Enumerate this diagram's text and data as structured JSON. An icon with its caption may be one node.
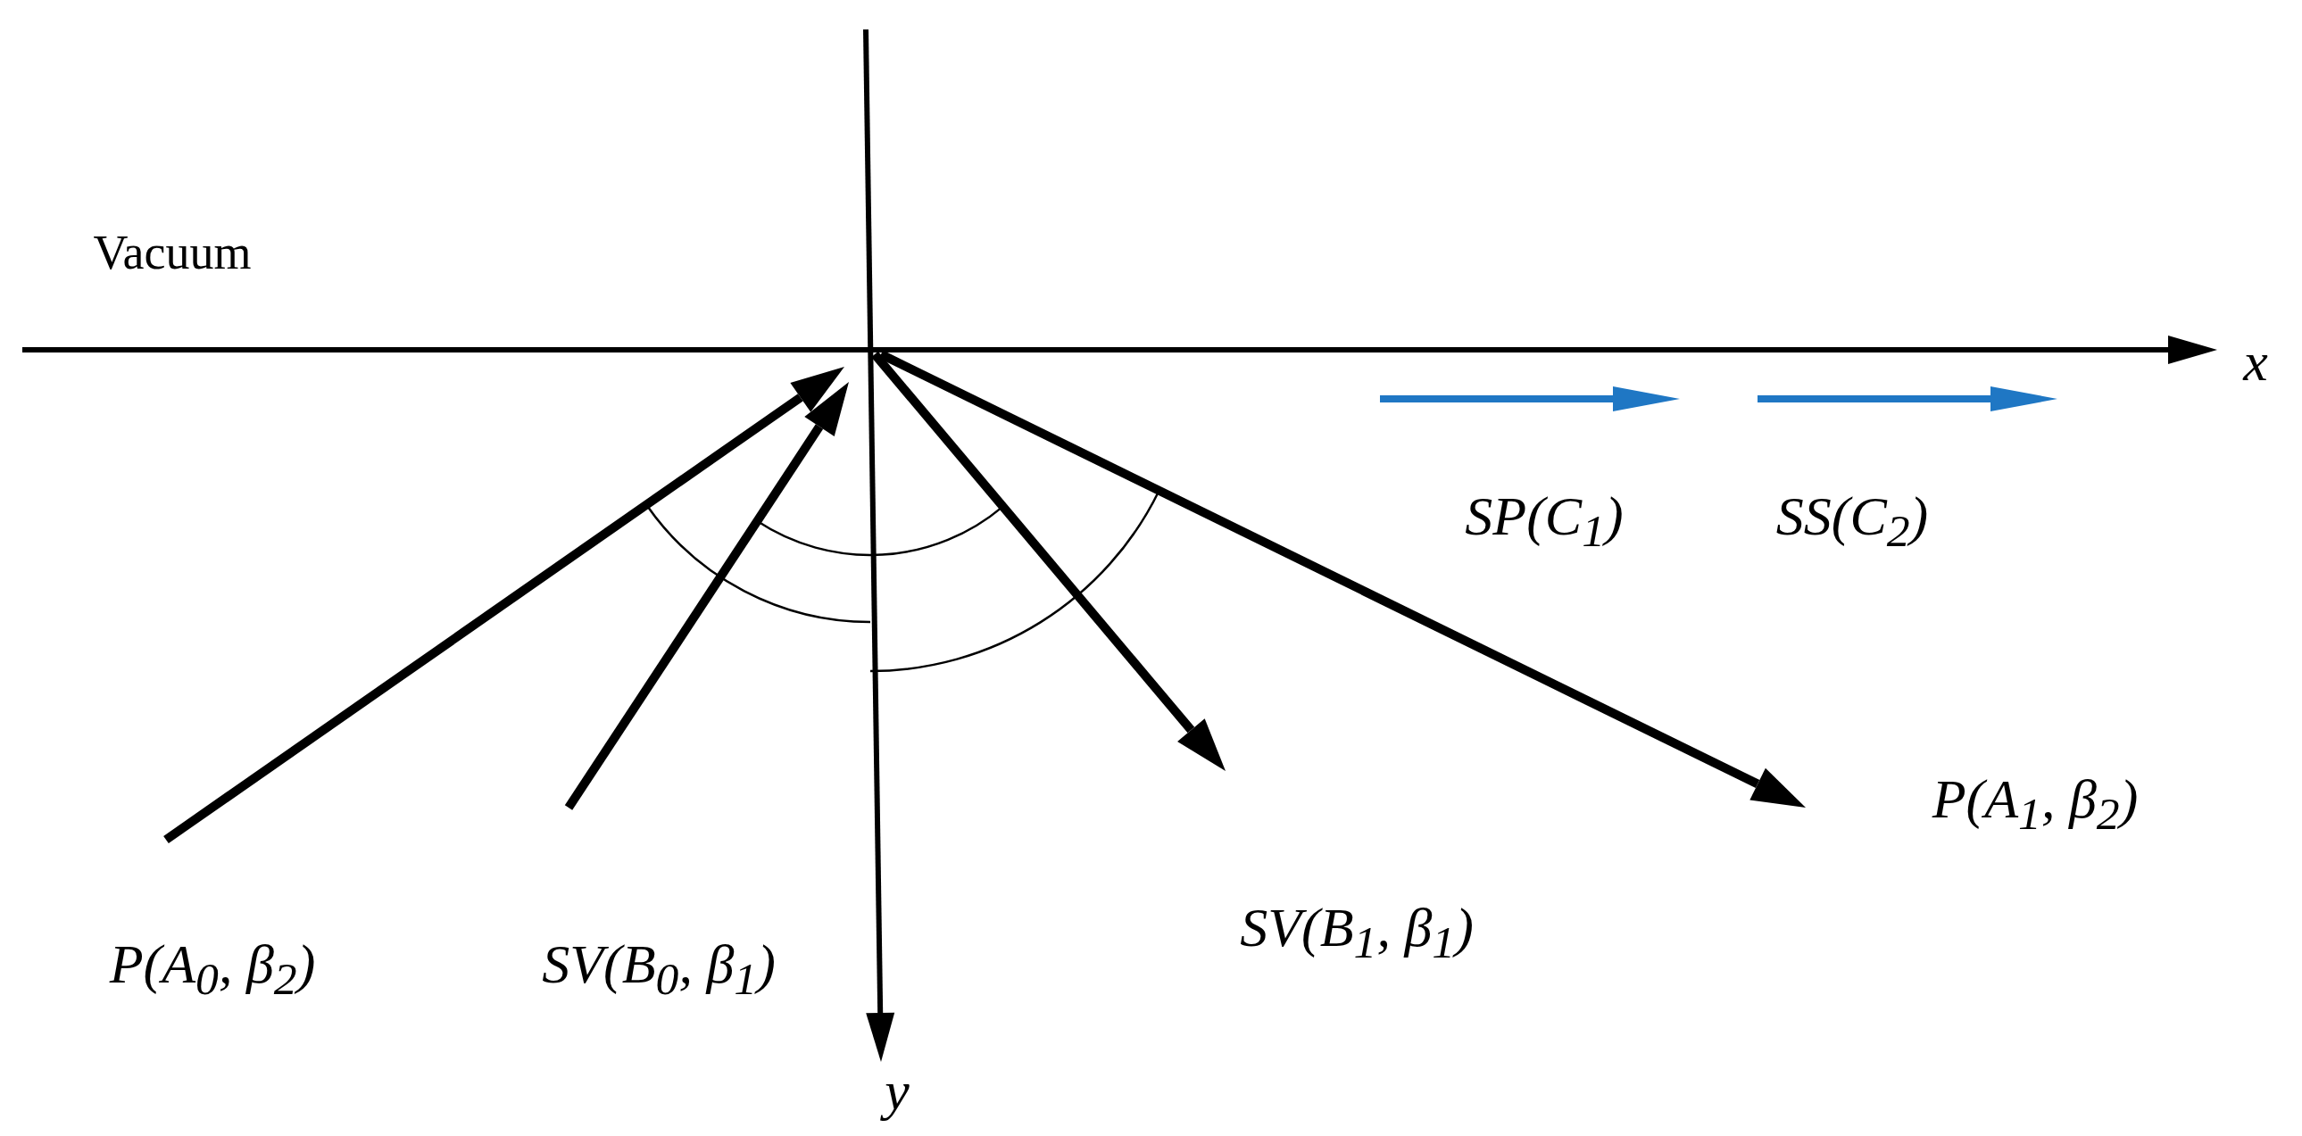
{
  "diagram": {
    "labels": [
      "Vacuum",
      "x",
      "SP(C$_{1}$)",
      "SS(C$_{2}$)",
      "P(A$_{1}$, β$_{2}$)",
      "SV(B$_{1}$, β$_{1}$)",
      "P(A$_{0}$, β$_{2}$)",
      "SV(B$_{0}$, β$_{1}$)",
      "y"
    ]
  }
}
